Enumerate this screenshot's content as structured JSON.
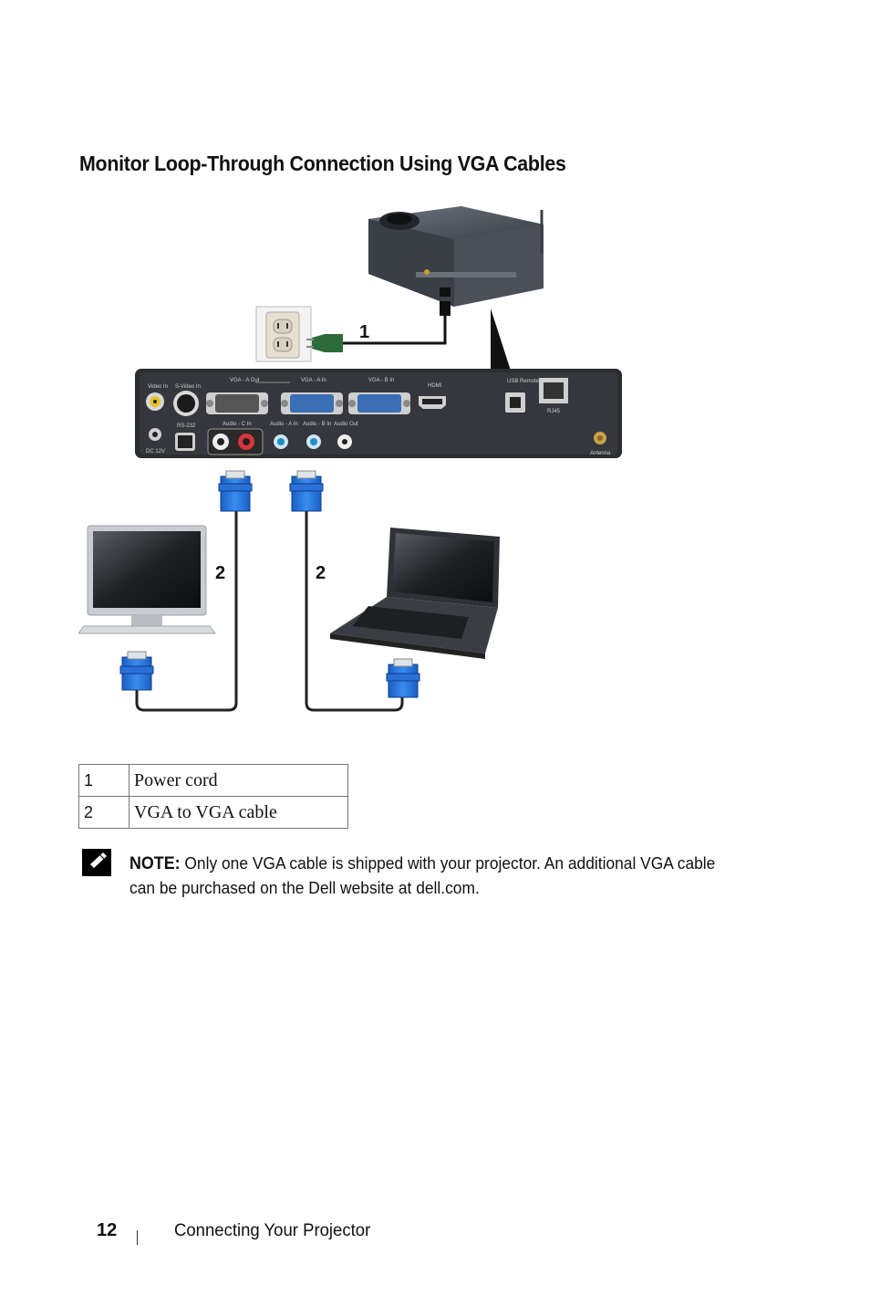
{
  "page": {
    "title": "Monitor Loop-Through Connection Using VGA Cables"
  },
  "figure": {
    "callouts": [
      "1",
      "2",
      "2"
    ],
    "port_labels": {
      "video_in": "Video In",
      "s_video_in": "S-Video In",
      "vga_a_out": "VGA - A Out",
      "vga_a_in": "VGA - A In",
      "vga_b_in": "VGA - B In",
      "hdmi": "HDMI",
      "usb_remote": "USB Remote",
      "rj45": "RJ45",
      "rs232": "RS-232",
      "audio_c_in": "Audio - C In",
      "audio_a_in": "Audio - A In",
      "audio_b_in": "Audio - B In",
      "audio_out": "Audio Out",
      "dc_12v": "DC 12V",
      "antenna": "Antenna"
    },
    "icons": [
      "projector",
      "wall-outlet",
      "power-plug",
      "connector-panel",
      "vga-connector",
      "monitor",
      "laptop"
    ]
  },
  "legend": {
    "rows": [
      {
        "num": "1",
        "desc": "Power cord"
      },
      {
        "num": "2",
        "desc": "VGA to VGA cable"
      }
    ]
  },
  "note": {
    "label": "NOTE:",
    "text_before": " Only one VGA cable is shipped with your projector. An additional VGA cable can be purchased on the Dell website at ",
    "link": "dell.com",
    "text_after": "."
  },
  "footer": {
    "page_number": "12",
    "section": "Connecting Your Projector"
  }
}
